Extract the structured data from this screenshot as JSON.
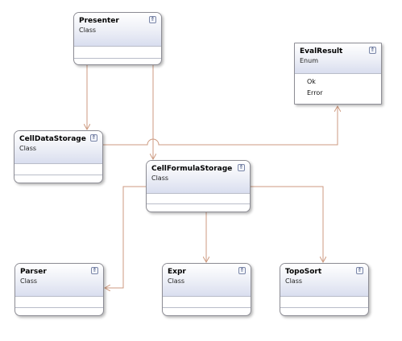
{
  "diagram": {
    "classes": {
      "presenter": {
        "name": "Presenter",
        "stereotype": "Class"
      },
      "cell_data_storage": {
        "name": "CellDataStorage",
        "stereotype": "Class"
      },
      "cell_formula_storage": {
        "name": "CellFormulaStorage",
        "stereotype": "Class"
      },
      "parser": {
        "name": "Parser",
        "stereotype": "Class"
      },
      "expr": {
        "name": "Expr",
        "stereotype": "Class"
      },
      "topo_sort": {
        "name": "TopoSort",
        "stereotype": "Class"
      }
    },
    "enum": {
      "name": "EvalResult",
      "stereotype": "Enum",
      "values": [
        "Ok",
        "Error"
      ]
    },
    "toggle_glyph": "⇑",
    "connections": [
      {
        "from": "Presenter",
        "to": "CellDataStorage"
      },
      {
        "from": "Presenter",
        "to": "CellFormulaStorage"
      },
      {
        "from": "CellDataStorage",
        "to": "EvalResult"
      },
      {
        "from": "CellFormulaStorage",
        "to": "Parser"
      },
      {
        "from": "CellFormulaStorage",
        "to": "Expr"
      },
      {
        "from": "CellFormulaStorage",
        "to": "TopoSort"
      }
    ],
    "colors": {
      "connector": "#cd9a80",
      "header_gradient_bottom": "#d9deef",
      "border": "#8d8d95"
    }
  }
}
